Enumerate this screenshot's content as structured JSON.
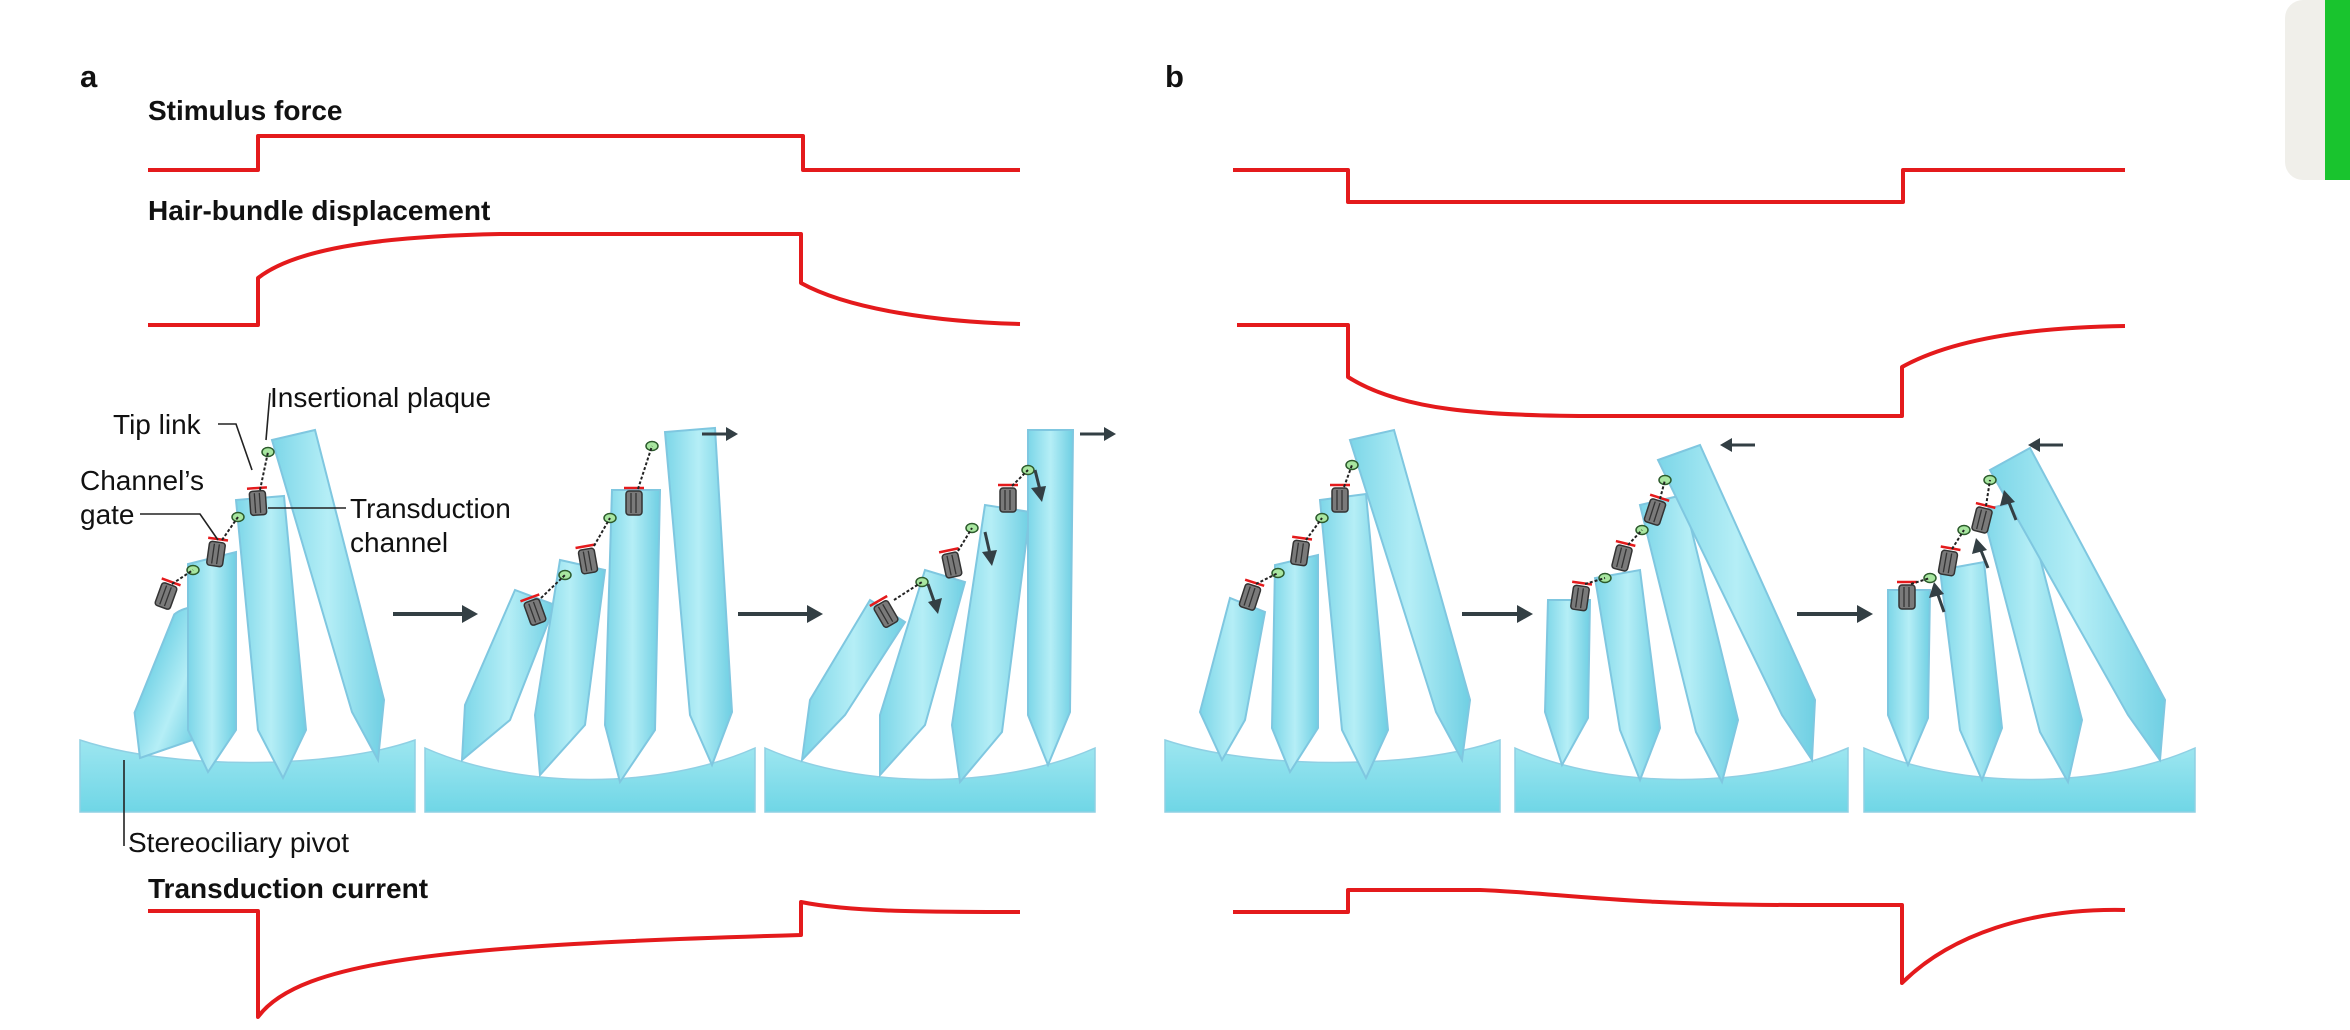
{
  "panels": {
    "a": {
      "letter": "a"
    },
    "b": {
      "letter": "b"
    }
  },
  "trace_labels": {
    "stimulus_force": "Stimulus force",
    "hair_bundle_displacement": "Hair-bundle displacement",
    "transduction_current": "Transduction current"
  },
  "callouts": {
    "insertional_plaque": "Insertional plaque",
    "tip_link": "Tip link",
    "channels_gate_line1": "Channel’s",
    "channels_gate_line2": "gate",
    "transduction_channel_line1": "Transduction",
    "transduction_channel_line2": "channel",
    "stereociliary_pivot": "Stereociliary pivot"
  },
  "colors": {
    "trace": "#e41a1c",
    "stereocilia": "#8fe0ee",
    "stereocilia_outline": "#7fc7e0",
    "arrows": "#333f44",
    "channel": "#777777",
    "insertional_plaque": "#a8e6a0",
    "corner_tab": "#19c42e"
  },
  "icons": {
    "step_arrow": "right-arrow-icon",
    "movement_arrow": "left-right-arrow-icon",
    "channel_arrow": "down-up-arrow-icon"
  }
}
